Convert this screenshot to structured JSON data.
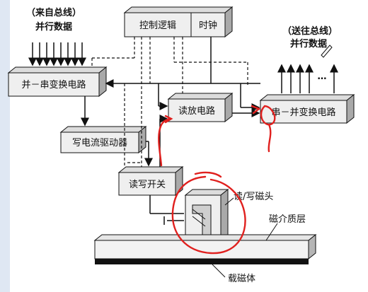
{
  "diagram": {
    "incoming_bus": {
      "line1": "（来自总线）",
      "line2": "并行数据"
    },
    "outgoing_bus": {
      "line1": "（送往总线）",
      "line2": "并行数据",
      "ellipsis": "…"
    },
    "blocks": {
      "control_logic": "控制逻辑",
      "clock": "时钟",
      "p2s": "并－串变换电路",
      "s2p": "串－并变换电路",
      "read_amp": "读放电路",
      "write_driver": "写电流驱动器",
      "rw_switch": "读写开关"
    },
    "labels": {
      "rw_head": "读/写磁头",
      "medium_layer": "磁介质层",
      "substrate": "载磁体"
    }
  },
  "colors": {
    "annotation_red": "#e0201e",
    "ink": "#111111"
  }
}
